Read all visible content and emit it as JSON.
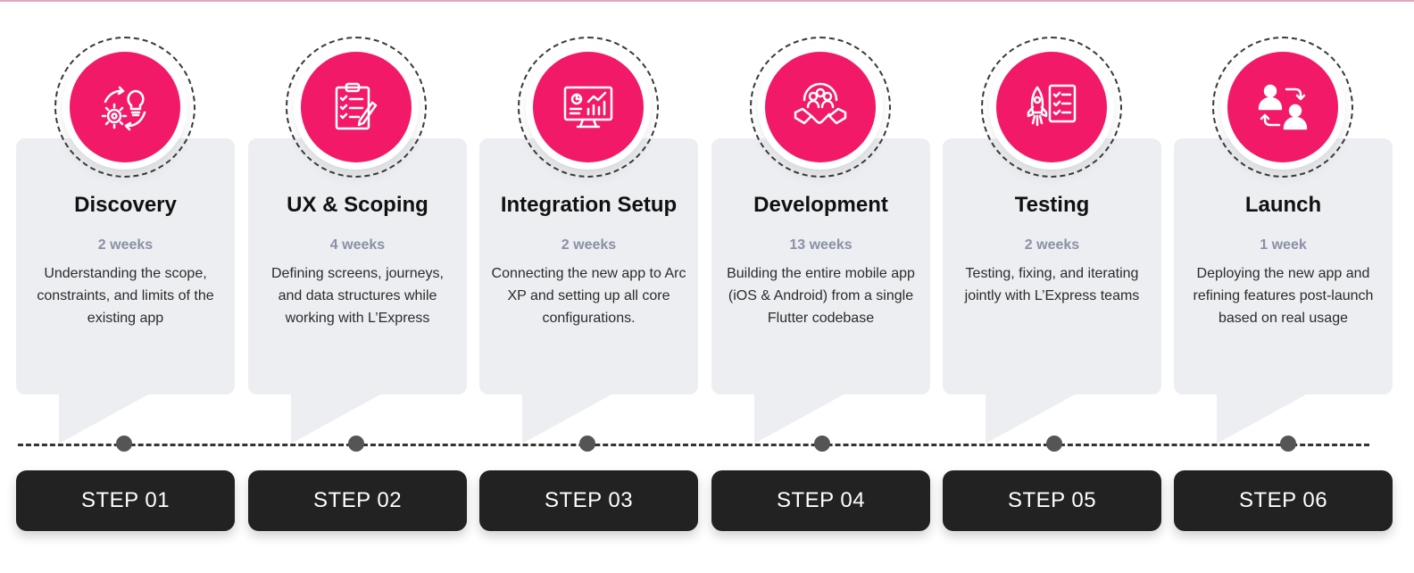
{
  "accent_color": "#f21a68",
  "steps": [
    {
      "title": "Discovery",
      "duration": "2 weeks",
      "description": "Understanding the scope, constraints, and limits of the existing app",
      "step_label": "STEP 01",
      "icon": "idea-gear-cycle-icon"
    },
    {
      "title": "UX & Scoping",
      "duration": "4 weeks",
      "description": "Defining screens, journeys, and data structures while working with L’Express",
      "step_label": "STEP 02",
      "icon": "clipboard-checklist-icon"
    },
    {
      "title": "Integration Setup",
      "duration": "2 weeks",
      "description": "Connecting the new app to Arc XP and setting up all core configurations.",
      "step_label": "STEP 03",
      "icon": "monitor-analytics-icon"
    },
    {
      "title": "Development",
      "duration": "13 weeks",
      "description": "Building the entire mobile app (iOS & Android) from a single Flutter codebase",
      "step_label": "STEP 04",
      "icon": "team-handshake-icon"
    },
    {
      "title": "Testing",
      "duration": "2 weeks",
      "description": "Testing, fixing, and iterating jointly with L’Express teams",
      "step_label": "STEP 05",
      "icon": "rocket-checklist-icon"
    },
    {
      "title": "Launch",
      "duration": "1 week",
      "description": "Deploying the new app and refining features post-launch based on real usage",
      "step_label": "STEP 06",
      "icon": "people-exchange-icon"
    }
  ]
}
